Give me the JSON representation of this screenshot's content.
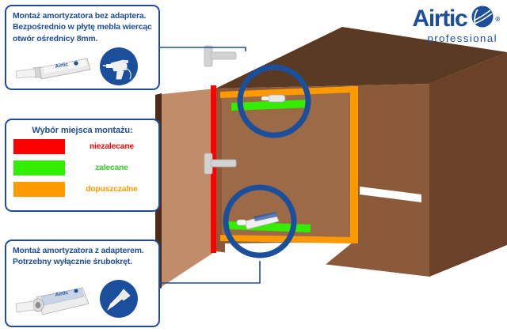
{
  "logo": {
    "name": "Airtic",
    "mark": "swoosh-circle-mark",
    "registered": "®",
    "tagline": "professional"
  },
  "boxes": {
    "no_adapter": {
      "lines": [
        "Montaż amortyzatora bez adaptera.",
        "Bezpośrednio w płytę mebla wiercąc",
        "otwór ośrednicy 8mm."
      ],
      "product": "damper-without-adapter",
      "product_brand": "Airtic",
      "tool_icon": "drill-icon"
    },
    "adapter": {
      "lines": [
        "Montaż amortyzatora z adapterem.",
        "Potrzebny wyłącznie śrubokręt."
      ],
      "product": "damper-with-adapter",
      "product_brand": "Airtic",
      "tool_icon": "screwdriver-icon"
    }
  },
  "legend": {
    "title": "Wybór miejsca montażu:",
    "items": [
      {
        "label": "niezalecane",
        "color": "#ff0000"
      },
      {
        "label": "zalecane",
        "color": "#33ee00"
      },
      {
        "label": "dopuszczalne",
        "color": "#ff9900"
      }
    ]
  },
  "diagram": {
    "callouts": [
      {
        "name": "top-mount-zone",
        "highlight": "zalecane"
      },
      {
        "name": "bottom-mount-zone",
        "highlight": "zalecane"
      }
    ],
    "colors": {
      "cabinet_top": "#5a3a22",
      "cabinet_side": "#7a4b2c",
      "cabinet_front": "#8a5a3a",
      "door_face": "#c08c6a",
      "door_edge": "#4a2c18",
      "callout_ring": "#1b4f9c",
      "handle": "#ffffff"
    }
  }
}
